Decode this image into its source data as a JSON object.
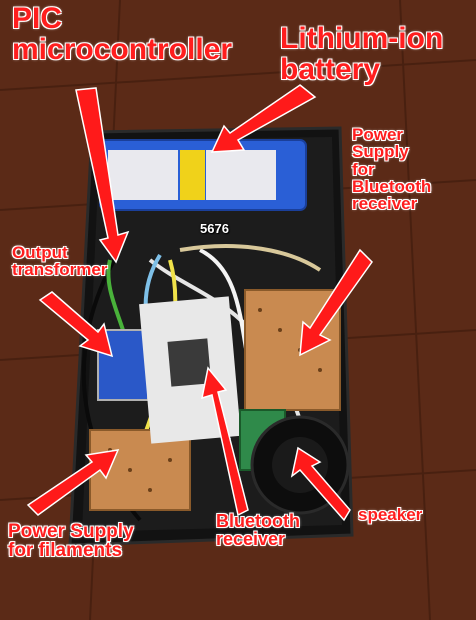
{
  "labels": {
    "pic_line1": "PIC",
    "pic_line2": "microcontroller",
    "battery_line1": "Lithium-ion",
    "battery_line2": "battery",
    "psu_bt_line1": "Power",
    "psu_bt_line2": "Supply",
    "psu_bt_line3": "for",
    "psu_bt_line4": "Bluetooth",
    "psu_bt_line5": "receiver",
    "tube_label": "5676",
    "output_line1": "Output",
    "output_line2": "transformer",
    "psu_fil_line1": "Power Supply",
    "psu_fil_line2": "for filaments",
    "bt_line1": "Bluetooth",
    "bt_line2": "receiver",
    "speaker": "speaker"
  },
  "colors": {
    "label_red": "#ff1e1e",
    "arrow_red": "#ff1a1a",
    "floor_wood": "#5a2a1a",
    "enclosure_black": "#141414",
    "battery_blue": "#2a5fd6",
    "perfboard": "#c98a50",
    "bt_module_green": "#2f8a4a"
  },
  "icons": [
    "arrow-icon"
  ]
}
